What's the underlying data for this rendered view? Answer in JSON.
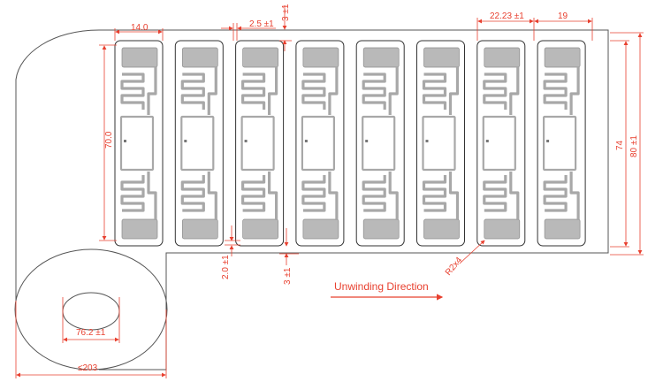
{
  "dimensions": {
    "tag_width": "14.0",
    "tag_height": "70.0",
    "gap": "2.5 ±1",
    "edge_top": "3 ±1",
    "pitch": "22.23 ±1",
    "tag_pitch_width": "19",
    "liner_inner": "74",
    "liner_outer": "80 ±1",
    "bottom_gap": "2.0 ±1",
    "edge_bottom": "3 ±1",
    "corner_radius": "R2x4",
    "core_diameter": "76.2 ±1",
    "roll_diameter": "≤203"
  },
  "direction_label": "Unwinding Direction",
  "tag_count": 8,
  "colors": {
    "dimension": "#e8402f",
    "outline": "#333333",
    "antenna": "#a8a8a8"
  }
}
